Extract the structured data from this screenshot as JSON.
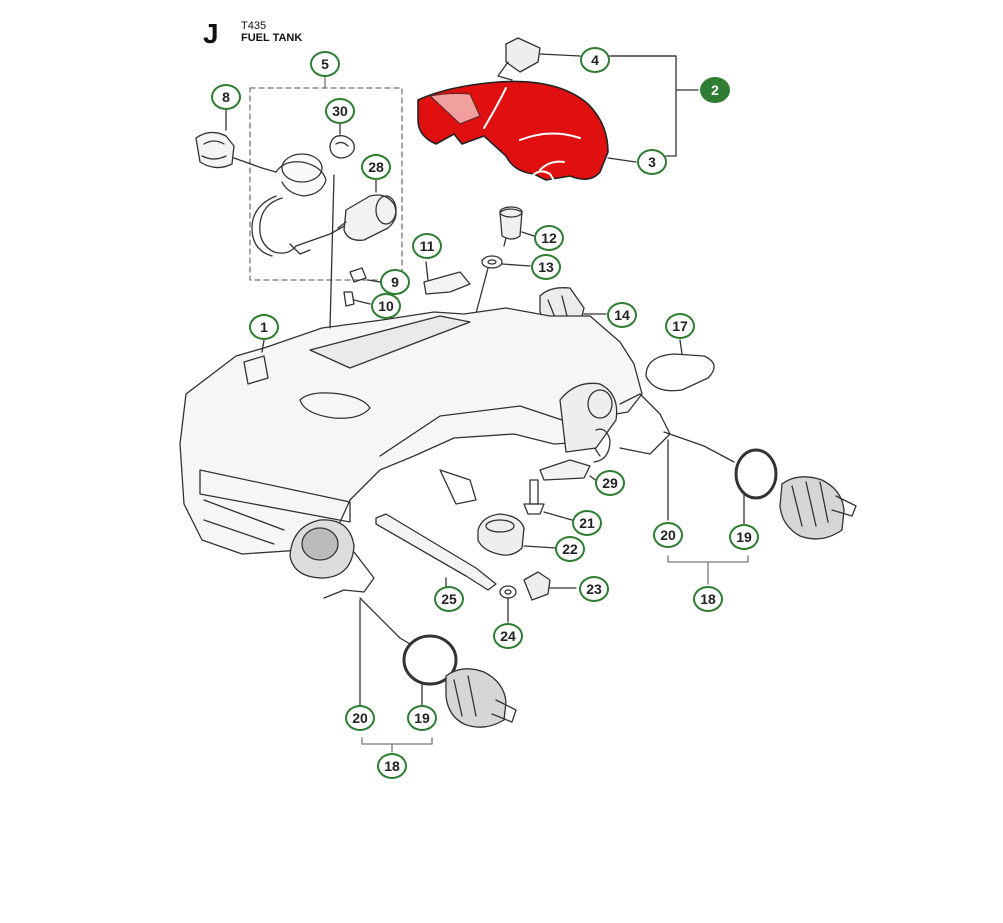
{
  "header": {
    "section_letter": "J",
    "model": "T435",
    "title": "FUEL TANK"
  },
  "colors": {
    "badge_border": "#2e7d32",
    "badge_selected_fill": "#2e7d32",
    "highlight_part": "#e01010",
    "line_art": "#333333"
  },
  "callouts": [
    {
      "id": "c5",
      "label": "5"
    },
    {
      "id": "c4",
      "label": "4"
    },
    {
      "id": "c2",
      "label": "2",
      "selected": true
    },
    {
      "id": "c8",
      "label": "8"
    },
    {
      "id": "c30",
      "label": "30"
    },
    {
      "id": "c28",
      "label": "28"
    },
    {
      "id": "c3",
      "label": "3"
    },
    {
      "id": "c12",
      "label": "12"
    },
    {
      "id": "c11",
      "label": "11"
    },
    {
      "id": "c13",
      "label": "13"
    },
    {
      "id": "c9",
      "label": "9"
    },
    {
      "id": "c10",
      "label": "10"
    },
    {
      "id": "c14",
      "label": "14"
    },
    {
      "id": "c1",
      "label": "1"
    },
    {
      "id": "c17",
      "label": "17"
    },
    {
      "id": "c29",
      "label": "29"
    },
    {
      "id": "c21",
      "label": "21"
    },
    {
      "id": "c20a",
      "label": "20"
    },
    {
      "id": "c19a",
      "label": "19"
    },
    {
      "id": "c22",
      "label": "22"
    },
    {
      "id": "c23",
      "label": "23"
    },
    {
      "id": "c25",
      "label": "25"
    },
    {
      "id": "c18a",
      "label": "18"
    },
    {
      "id": "c24",
      "label": "24"
    },
    {
      "id": "c20b",
      "label": "20"
    },
    {
      "id": "c19b",
      "label": "19"
    },
    {
      "id": "c18b",
      "label": "18"
    }
  ]
}
